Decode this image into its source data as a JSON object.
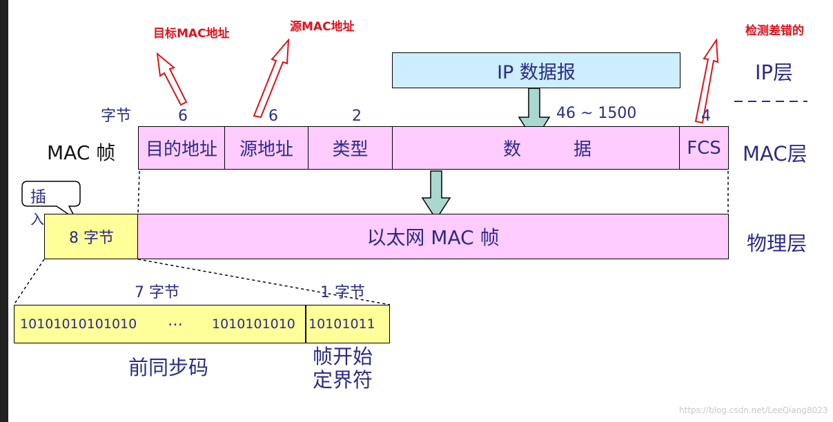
{
  "annotations": {
    "dest_mac": "目标MAC地址",
    "src_mac": "源MAC地址",
    "error_detect": "检测差错的"
  },
  "layers": {
    "ip": "IP层",
    "mac": "MAC层",
    "physical": "物理层"
  },
  "ip_datagram": "IP 数据报",
  "byte_label": "字节",
  "mac_frame_label": "MAC 帧",
  "mac_frame": {
    "fields": [
      {
        "label": "目的地址",
        "size": "6"
      },
      {
        "label": "源地址",
        "size": "6"
      },
      {
        "label": "类型",
        "size": "2"
      },
      {
        "label_left": "数",
        "label_right": "据",
        "size": "46 ~ 1500"
      },
      {
        "label": "FCS",
        "size": "4"
      }
    ]
  },
  "insert_callout": {
    "line1": "插",
    "line2": "入"
  },
  "preamble_box": "8 字节",
  "ethernet_frame": "以太网 MAC 帧",
  "preamble_detail": {
    "size_left": "7 字节",
    "size_right": "1 字节",
    "bits_left": "10101010101010",
    "ellipsis": "…",
    "bits_mid": "1010101010",
    "bits_right": "10101011",
    "label_left": "前同步码",
    "label_right_line1": "帧开始",
    "label_right_line2": "定界符"
  },
  "watermark": "https://blog.csdn.net/LeeQiang8023",
  "colors": {
    "pink": "#ffccff",
    "yellow": "#ffff99",
    "light_blue": "#cceeff",
    "text_blue": "#2b2b8a",
    "annotation_red": "#e0101a"
  }
}
